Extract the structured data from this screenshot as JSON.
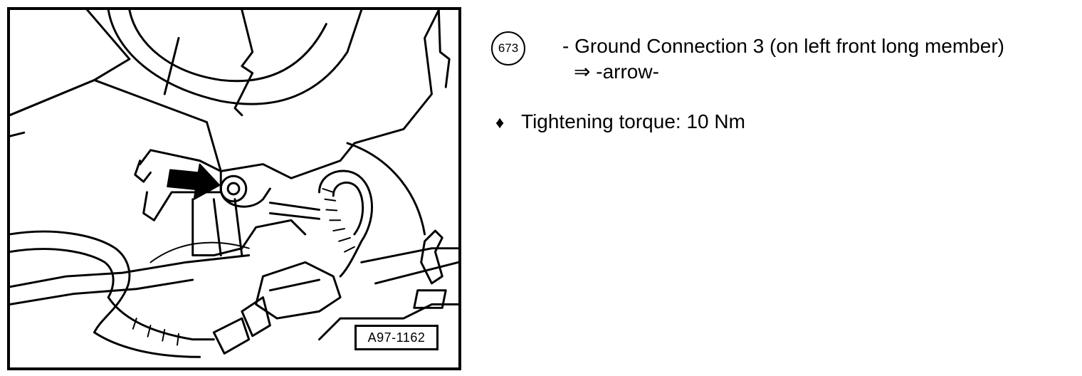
{
  "figure": {
    "label": "A97-1162",
    "illustration_icon": "engine-bay-ground-connection-illustration"
  },
  "legend": {
    "item_number": "673",
    "item_description": "- Ground Connection 3 (on left front long member)",
    "item_reference": "⇒ -arrow-"
  },
  "spec": {
    "bullet": "♦",
    "torque_text": "Tightening torque: 10 Nm"
  }
}
